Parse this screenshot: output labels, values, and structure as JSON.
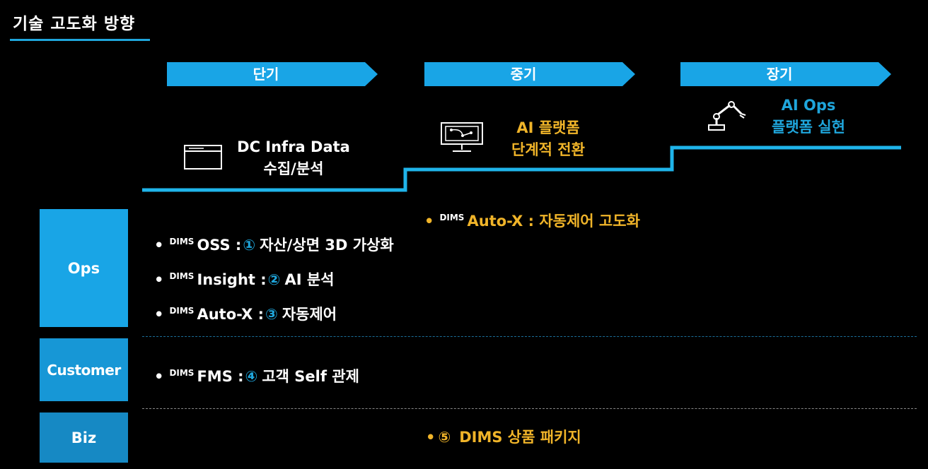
{
  "header": {
    "title": "기술 고도화 방향"
  },
  "phases": [
    {
      "label": "단기"
    },
    {
      "label": "중기"
    },
    {
      "label": "장기"
    }
  ],
  "stages": [
    {
      "line1": "DC Infra Data",
      "line2": "수집/분석",
      "icon": "browser-window-icon",
      "color": "#ffffff"
    },
    {
      "line1": "AI 플랫폼",
      "line2": "단계적 전환",
      "icon": "monitor-network-icon",
      "color": "#f0b429"
    },
    {
      "line1": "AI Ops",
      "line2": "플랫폼 실현",
      "icon": "robot-arm-icon",
      "color": "#1fa6dc"
    }
  ],
  "categories": [
    {
      "label": "Ops"
    },
    {
      "label": "Customer"
    },
    {
      "label": "Biz"
    }
  ],
  "ops_items": [
    {
      "bullet": "•",
      "sup": "DIMS",
      "name": "OSS :",
      "num": "①",
      "desc": "자산/상면 3D 가상화"
    },
    {
      "bullet": "•",
      "sup": "DIMS",
      "name": "Insight :",
      "num": "②",
      "desc": "AI 분석"
    },
    {
      "bullet": "•",
      "sup": "DIMS",
      "name": "Auto-X :",
      "num": "③",
      "desc": "자동제어"
    }
  ],
  "ops_mid_item": {
    "bullet": "•",
    "sup": "DIMS",
    "text": "Auto-X : 자동제어 고도화"
  },
  "customer_item": {
    "bullet": "•",
    "sup": "DIMS",
    "name": "FMS :",
    "num": "④",
    "desc": "고객 Self 관제"
  },
  "biz_item": {
    "bullet": "•",
    "num": "⑤",
    "text": "DIMS 상품 패키지"
  },
  "colors": {
    "accent": "#1fa6dc",
    "gold": "#f0b429",
    "category_bg": "#19a5e6",
    "divider_blue": "#1b6f99",
    "divider_gray": "#888888"
  }
}
